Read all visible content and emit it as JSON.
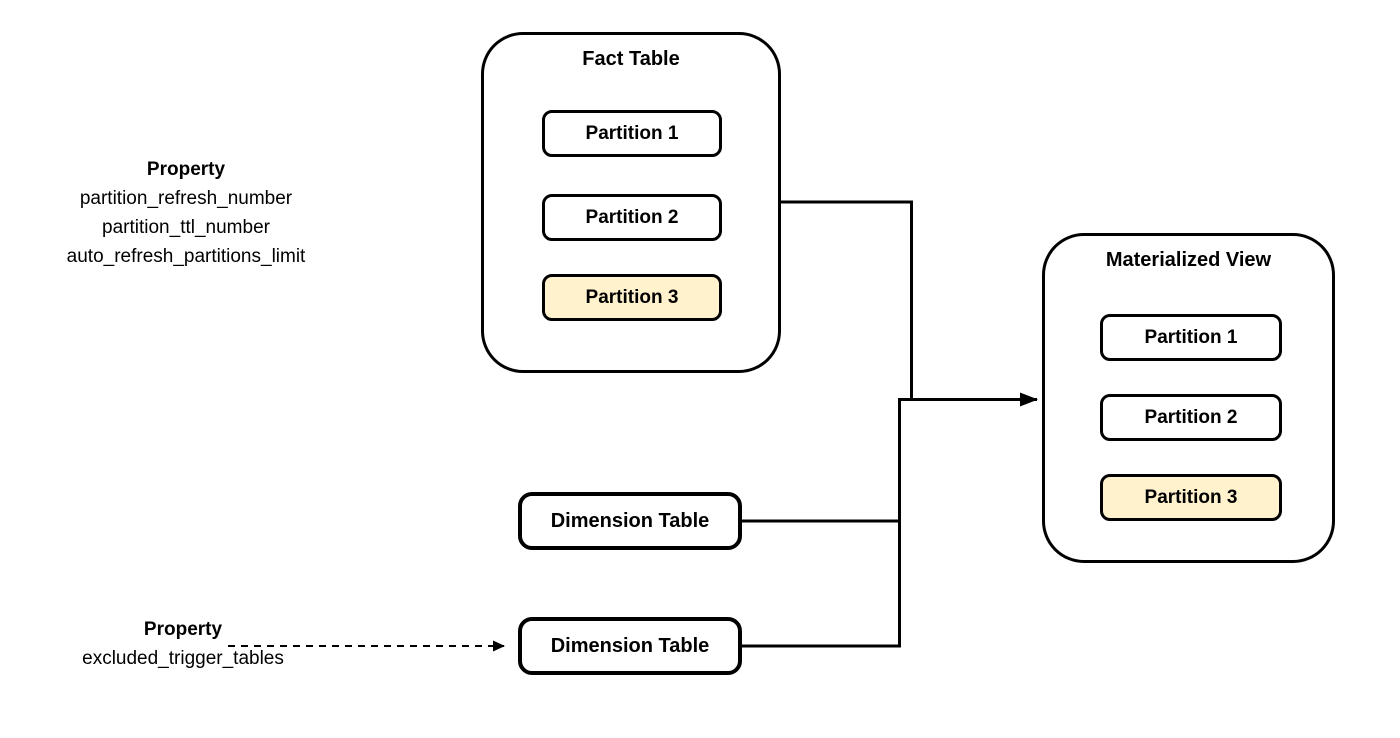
{
  "colors": {
    "stroke": "#000000",
    "box_fill": "#ffffff",
    "highlight_fill": "#fff2cc"
  },
  "fact_table": {
    "title": "Fact Table",
    "partitions": [
      {
        "label": "Partition 1",
        "highlighted": false
      },
      {
        "label": "Partition 2",
        "highlighted": false
      },
      {
        "label": "Partition 3",
        "highlighted": true
      }
    ]
  },
  "materialized_view": {
    "title": "Materialized View",
    "partitions": [
      {
        "label": "Partition 1",
        "highlighted": false
      },
      {
        "label": "Partition 2",
        "highlighted": false
      },
      {
        "label": "Partition 3",
        "highlighted": true
      }
    ]
  },
  "dimension_tables": [
    {
      "label": "Dimension Table"
    },
    {
      "label": "Dimension Table"
    }
  ],
  "property_note_top": {
    "title": "Property",
    "lines": [
      "partition_refresh_number",
      "partition_ttl_number",
      "auto_refresh_partitions_limit"
    ]
  },
  "property_note_bottom": {
    "title": "Property",
    "lines": [
      "excluded_trigger_tables"
    ]
  }
}
